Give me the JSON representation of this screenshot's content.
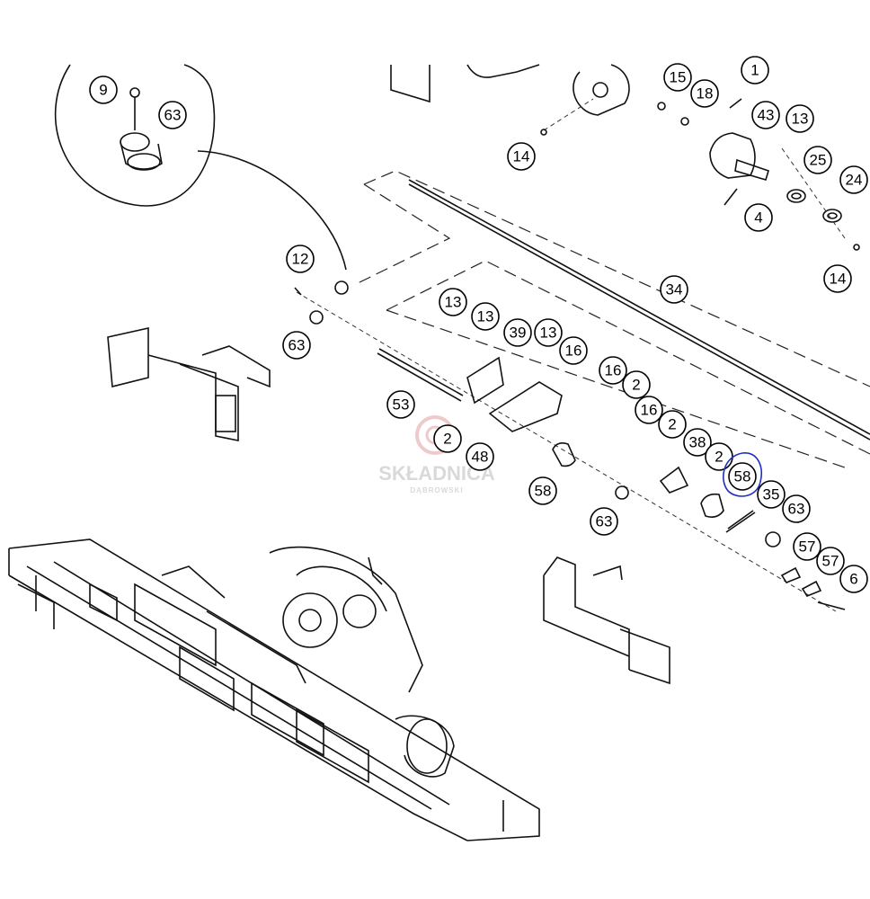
{
  "diagram": {
    "colors": {
      "line": "#111111",
      "highlight": "#1f2fbf",
      "watermark": "#c9c9c9",
      "watermark_logo": "#e8b4b4"
    },
    "callouts": [
      {
        "id": "c9",
        "label": "9"
      },
      {
        "id": "c63a",
        "label": "63"
      },
      {
        "id": "c14a",
        "label": "14"
      },
      {
        "id": "c15",
        "label": "15"
      },
      {
        "id": "c1",
        "label": "1"
      },
      {
        "id": "c18",
        "label": "18"
      },
      {
        "id": "c43",
        "label": "43"
      },
      {
        "id": "c13a",
        "label": "13"
      },
      {
        "id": "c25",
        "label": "25"
      },
      {
        "id": "c24",
        "label": "24"
      },
      {
        "id": "c4",
        "label": "4"
      },
      {
        "id": "c14b",
        "label": "14"
      },
      {
        "id": "c12",
        "label": "12"
      },
      {
        "id": "c34",
        "label": "34"
      },
      {
        "id": "c63b",
        "label": "63"
      },
      {
        "id": "c13b",
        "label": "13"
      },
      {
        "id": "c13c",
        "label": "13"
      },
      {
        "id": "c39",
        "label": "39"
      },
      {
        "id": "c13d",
        "label": "13"
      },
      {
        "id": "c16a",
        "label": "16"
      },
      {
        "id": "c16b",
        "label": "16"
      },
      {
        "id": "c2a",
        "label": "2"
      },
      {
        "id": "c53",
        "label": "53"
      },
      {
        "id": "c16c",
        "label": "16"
      },
      {
        "id": "c2b",
        "label": "2"
      },
      {
        "id": "c2c",
        "label": "2"
      },
      {
        "id": "c48",
        "label": "48"
      },
      {
        "id": "c38",
        "label": "38"
      },
      {
        "id": "c2d",
        "label": "2"
      },
      {
        "id": "c58a",
        "label": "58"
      },
      {
        "id": "c58b",
        "label": "58",
        "highlighted": true
      },
      {
        "id": "c35",
        "label": "35"
      },
      {
        "id": "c63c",
        "label": "63"
      },
      {
        "id": "c63d",
        "label": "63"
      },
      {
        "id": "c57a",
        "label": "57"
      },
      {
        "id": "c57b",
        "label": "57"
      },
      {
        "id": "c6",
        "label": "6"
      }
    ],
    "watermark": {
      "name": "SKŁADNICA",
      "sub": "DĄBROWSKI"
    }
  }
}
